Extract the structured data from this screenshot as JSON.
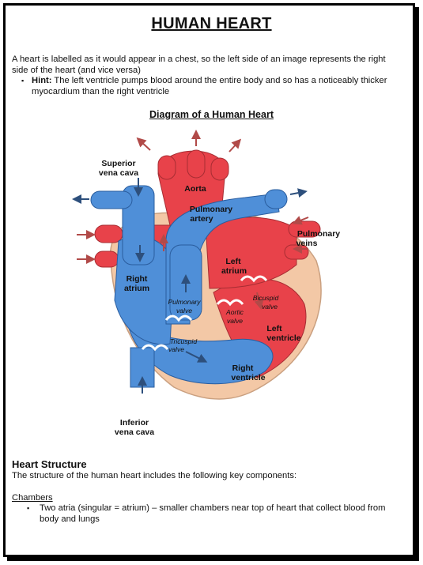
{
  "title": "HUMAN HEART",
  "intro": "A heart is labelled as it would appear in a chest, so the left side of an image represents the right side of the heart (and vice versa)",
  "hint": {
    "bullet": "▪",
    "label": "Hint:",
    "text": "The left ventricle pumps blood around the entire body and so has a noticeably thicker myocardium than the right ventricle"
  },
  "diagram": {
    "title": "Diagram of a Human Heart",
    "labels": {
      "superior_vena_cava_1": "Superior",
      "superior_vena_cava_2": "vena cava",
      "aorta": "Aorta",
      "pulmonary_artery_1": "Pulmonary",
      "pulmonary_artery_2": "artery",
      "pulmonary_veins_1": "Pulmonary",
      "pulmonary_veins_2": "veins",
      "left_atrium_1": "Left",
      "left_atrium_2": "atrium",
      "right_atrium_1": "Right",
      "right_atrium_2": "atrium",
      "pulmonary_valve_1": "Pulmonary",
      "pulmonary_valve_2": "valve",
      "bicuspid_valve_1": "Bicuspid",
      "bicuspid_valve_2": "valve",
      "aortic_valve_1": "Aortic",
      "aortic_valve_2": "valve",
      "left_ventricle_1": "Left",
      "left_ventricle_2": "ventricle",
      "tricuspid_valve_1": "Tricuspid",
      "tricuspid_valve_2": "valve",
      "right_ventricle_1": "Right",
      "right_ventricle_2": "ventricle",
      "inferior_vena_cava_1": "Inferior",
      "inferior_vena_cava_2": "vena cava"
    },
    "colors": {
      "oxygenated": "#e8424a",
      "deoxygenated": "#4f8fd8",
      "tissue": "#f3c8a6",
      "arrow_red": "#b14a48",
      "arrow_blue": "#2d4f7c"
    }
  },
  "structure": {
    "heading": "Heart Structure",
    "text": "The structure of the human heart includes the following key components:",
    "chambers_heading": "Chambers",
    "chambers_bullet": "▪",
    "chambers_text": "Two atria (singular = atrium) – smaller chambers near top of heart that collect blood from body and lungs"
  }
}
